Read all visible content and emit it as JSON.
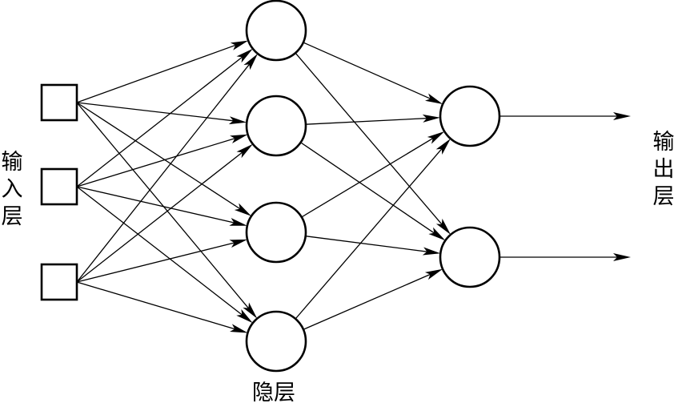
{
  "labels": {
    "input_layer": "输入层",
    "hidden_layer": "隐层",
    "output_layer": "输出层"
  },
  "network": {
    "input_count": 3,
    "hidden_count": 4,
    "output_count": 2
  },
  "colors": {
    "stroke": "#000000",
    "background": "#ffffff"
  }
}
